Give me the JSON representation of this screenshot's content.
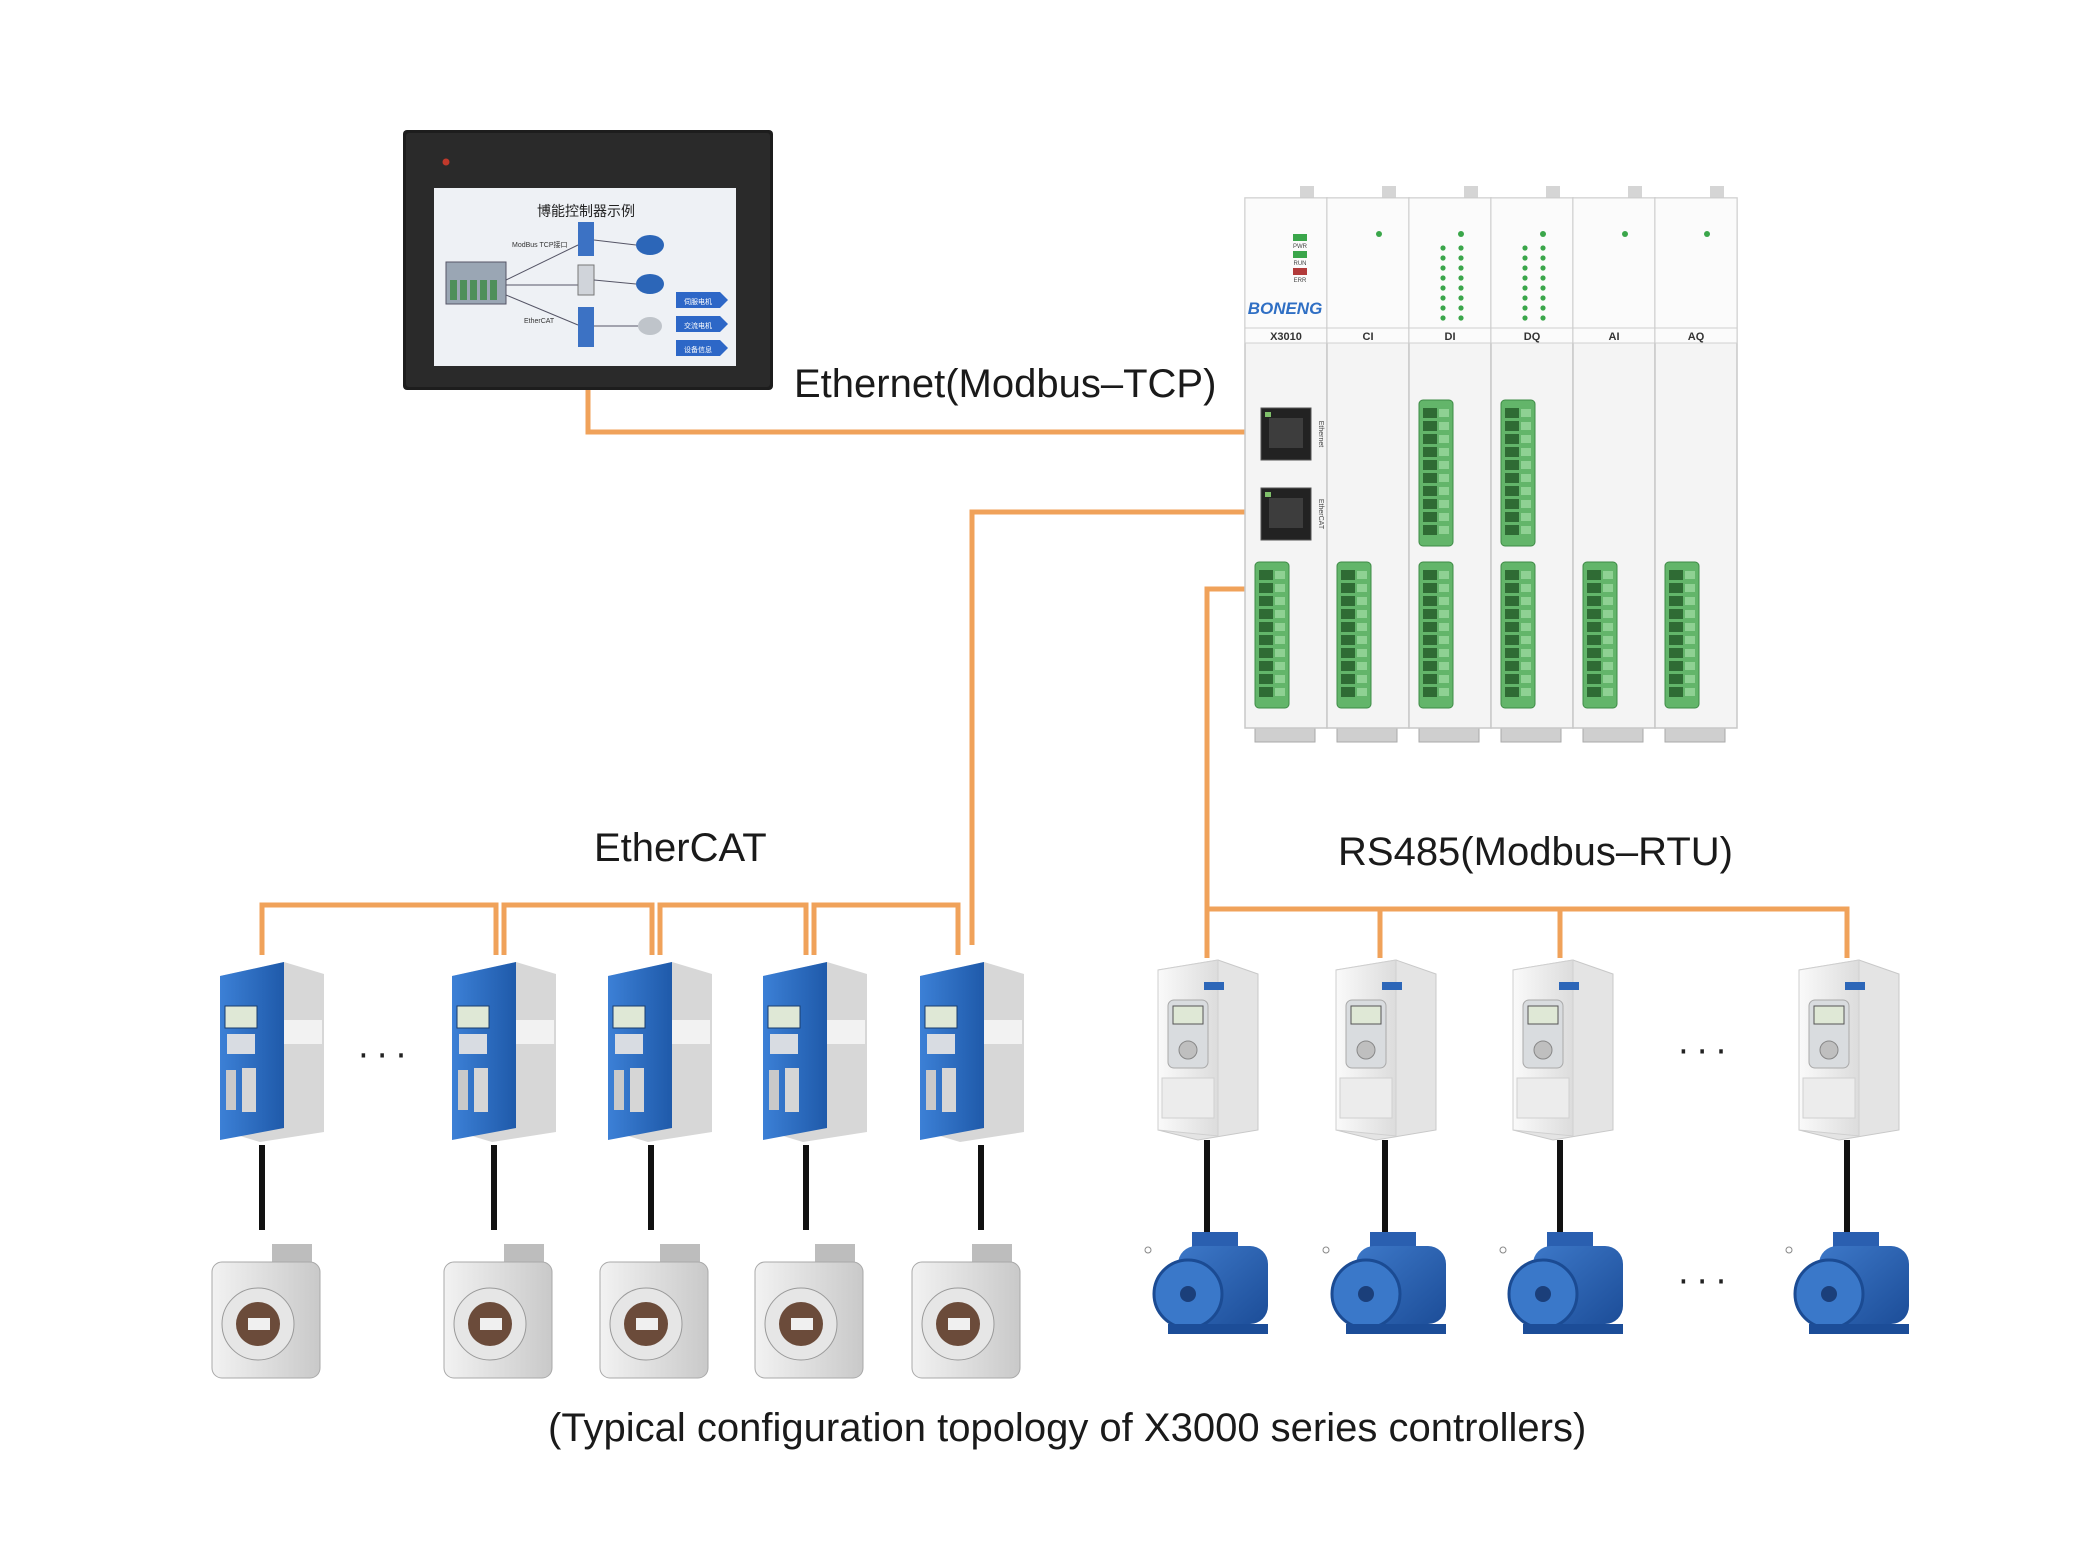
{
  "labels": {
    "ethernet": "Ethernet(Modbus–TCP)",
    "ethercat": "EtherCAT",
    "rs485": "RS485(Modbus–RTU)",
    "caption": "(Typical configuration topology of X3000 series controllers)",
    "ellipsis": "···"
  },
  "hmi": {
    "screen_title": "博能控制器示例",
    "modbus_label": "ModBus TCP接口",
    "ethercat_label": "EtherCAT",
    "buttons": [
      "伺服电机",
      "交流电机",
      "设备信息"
    ]
  },
  "controller": {
    "brand": "BONENG",
    "leds": [
      "PWR",
      "RUN",
      "ERR"
    ],
    "modules": [
      {
        "name": "X3010"
      },
      {
        "name": "CI"
      },
      {
        "name": "DI"
      },
      {
        "name": "DQ"
      },
      {
        "name": "AI"
      },
      {
        "name": "AQ"
      }
    ],
    "port_labels": [
      "Ethernet",
      "EtherCAT"
    ]
  },
  "colors": {
    "cable": "#f0a25a",
    "servo_blue": "#2f6fc4",
    "motor_blue": "#2a5fb0",
    "terminal_green": "#63b56a"
  }
}
